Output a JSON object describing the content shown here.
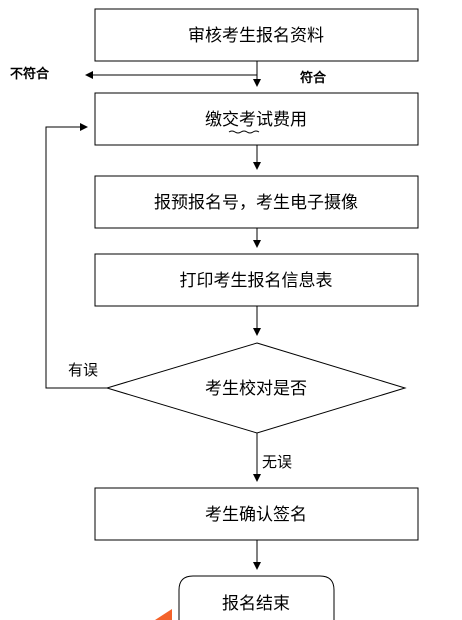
{
  "nodes": {
    "review": "审核考生报名资料",
    "pay": "缴交考试费用",
    "photo": "报预报名号，考生电子摄像",
    "print": "打印考生报名信息表",
    "check": "考生校对是否",
    "confirm": "考生确认签名",
    "end": "报名结束"
  },
  "edges": {
    "not_pass": "不符合",
    "pass": "符合",
    "error": "有误",
    "no_error": "无误"
  },
  "colors": {
    "stroke": "#000000",
    "accent_corner": "#f4622a",
    "spell_underline": "#3cb043"
  }
}
